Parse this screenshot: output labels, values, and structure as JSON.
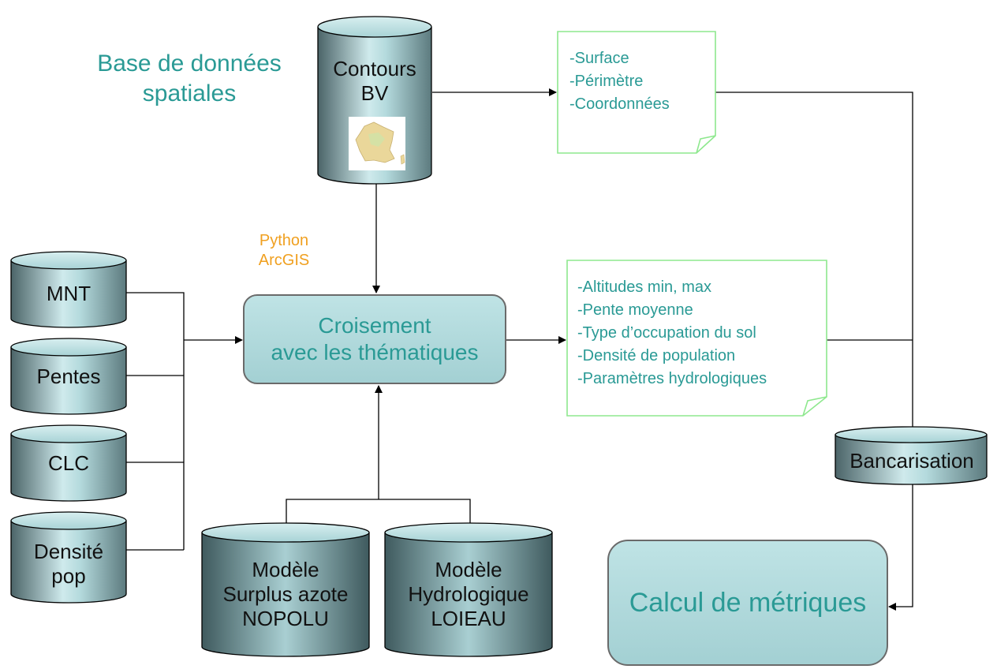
{
  "header": {
    "title_lines": [
      "Base de données",
      "spatiales"
    ]
  },
  "tool_label": {
    "lines": [
      "Python",
      "ArcGIS"
    ]
  },
  "databases": {
    "contours": {
      "lines": [
        "Contours",
        "BV"
      ]
    },
    "mnt": {
      "lines": [
        "MNT"
      ]
    },
    "pentes": {
      "lines": [
        "Pentes"
      ]
    },
    "clc": {
      "lines": [
        "CLC"
      ]
    },
    "densite": {
      "lines": [
        "Densité",
        "pop"
      ]
    },
    "nopolu": {
      "lines": [
        "Modèle",
        "Surplus azote",
        "NOPOLU"
      ]
    },
    "loieau": {
      "lines": [
        "Modèle",
        "Hydrologique",
        "LOIEAU"
      ]
    },
    "bancarisation": {
      "lines": [
        "Bancarisation"
      ]
    }
  },
  "processes": {
    "croisement": {
      "lines": [
        "Croisement",
        "avec les thématiques"
      ]
    },
    "calcul": {
      "lines": [
        "Calcul de métriques"
      ]
    }
  },
  "notes": {
    "geometry": [
      "-Surface",
      "-Périmètre",
      "-Coordonnées"
    ],
    "thematic": [
      "-Altitudes min, max",
      "-Pente moyenne",
      "-Type d’occupation du sol",
      "-Densité de population",
      "-Paramètres hydrologiques"
    ]
  },
  "colors": {
    "accent_text": "#2a9a95",
    "tool_text": "#f0a020",
    "note_border": "#8ee88e",
    "process_fill": "#b3dadd"
  }
}
